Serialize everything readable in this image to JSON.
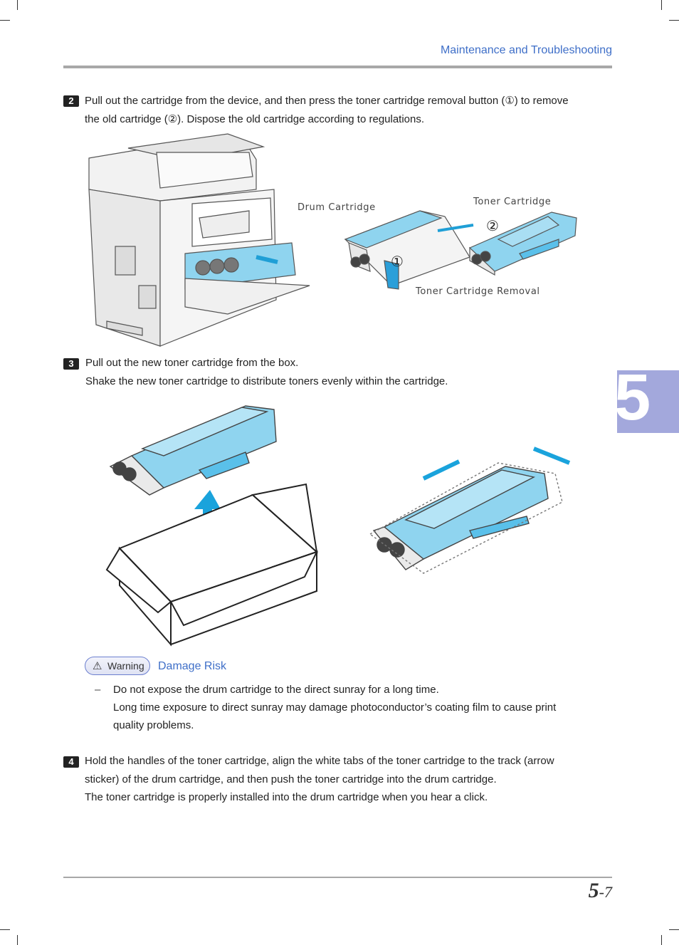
{
  "header": {
    "title": "Maintenance and Troubleshooting"
  },
  "steps": [
    {
      "num": "2",
      "lines": [
        "Pull out the cartridge from the device, and then press the toner cartridge removal button (①) to remove",
        "the old cartridge (②). Dispose the old cartridge according to regulations."
      ]
    },
    {
      "num": "3",
      "lines": [
        "Pull out the new toner cartridge from the box.",
        "Shake the new toner cartridge to distribute toners evenly within the cartridge."
      ]
    },
    {
      "num": "4",
      "lines": [
        "Hold the handles of the toner cartridge, align the white tabs of the toner cartridge to the track (arrow",
        "sticker) of the drum cartridge, and then push the toner cartridge into the drum cartridge.",
        "The toner cartridge is properly installed into the drum cartridge when you hear a click."
      ]
    }
  ],
  "figure1": {
    "drum_label": "Drum Cartridge",
    "toner_label": "Toner Cartridge",
    "removal_label": "Toner Cartridge Removal",
    "marker1": "①",
    "marker2": "②"
  },
  "warning": {
    "badge": "Warning",
    "badge_icon": "warning-triangle-icon",
    "title": "Damage Risk",
    "dash": "–",
    "lines": [
      "Do not expose the drum cartridge to the direct sunray for a long time.",
      "Long time exposure to direct sunray may damage photoconductor’s coating film to cause print",
      "quality problems."
    ]
  },
  "side_tab": {
    "chapter": "5"
  },
  "footer": {
    "page_major": "5",
    "page_minor": "-7"
  },
  "colors": {
    "accent_blue": "#3f6fc8",
    "toner_blue": "#8fd4ef",
    "tab_purple": "#a3a8dc"
  }
}
